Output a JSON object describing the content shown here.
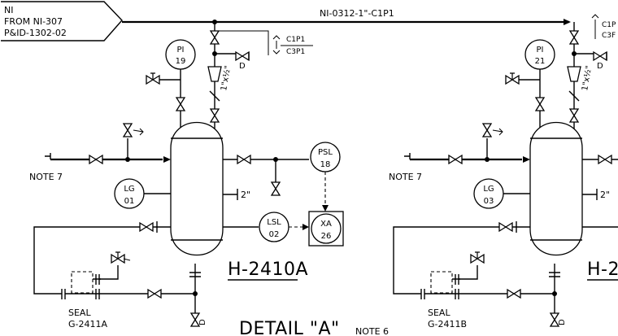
{
  "source_flag": {
    "line1": "NI",
    "line2": "FROM NI-307",
    "line3": "P&ID-1302-02"
  },
  "header_line_label": "NI-0312-1\"-C1P1",
  "spec_break": {
    "upper": "C1P1",
    "lower": "C3P1"
  },
  "spec_break_right": {
    "upper": "C1P",
    "lower": "C3F"
  },
  "left_unit": {
    "pi_tag": "PI",
    "pi_num": "19",
    "reducer": "1\"x½\"",
    "psl_tag": "PSL",
    "psl_num": "18",
    "lg_tag": "LG",
    "lg_num": "01",
    "lsl_tag": "LSL",
    "lsl_num": "02",
    "xa_tag": "XA",
    "xa_num": "26",
    "size_label": "2\"",
    "note": "NOTE 7",
    "vessel_tag": "H-2410A",
    "seal_line1": "SEAL",
    "seal_line2": "G-2411A",
    "drain": "D",
    "drain_top": "D"
  },
  "right_unit": {
    "pi_tag": "PI",
    "pi_num": "21",
    "reducer": "1\"x½\"",
    "lg_tag": "LG",
    "lg_num": "03",
    "size_label": "2\"",
    "note": "NOTE 7",
    "vessel_tag": "H-2",
    "seal_line1": "SEAL",
    "seal_line2": "G-2411B",
    "drain": "D",
    "drain_top": "D"
  },
  "detail_title": "DETAIL \"A\"",
  "note6": "NOTE 6"
}
